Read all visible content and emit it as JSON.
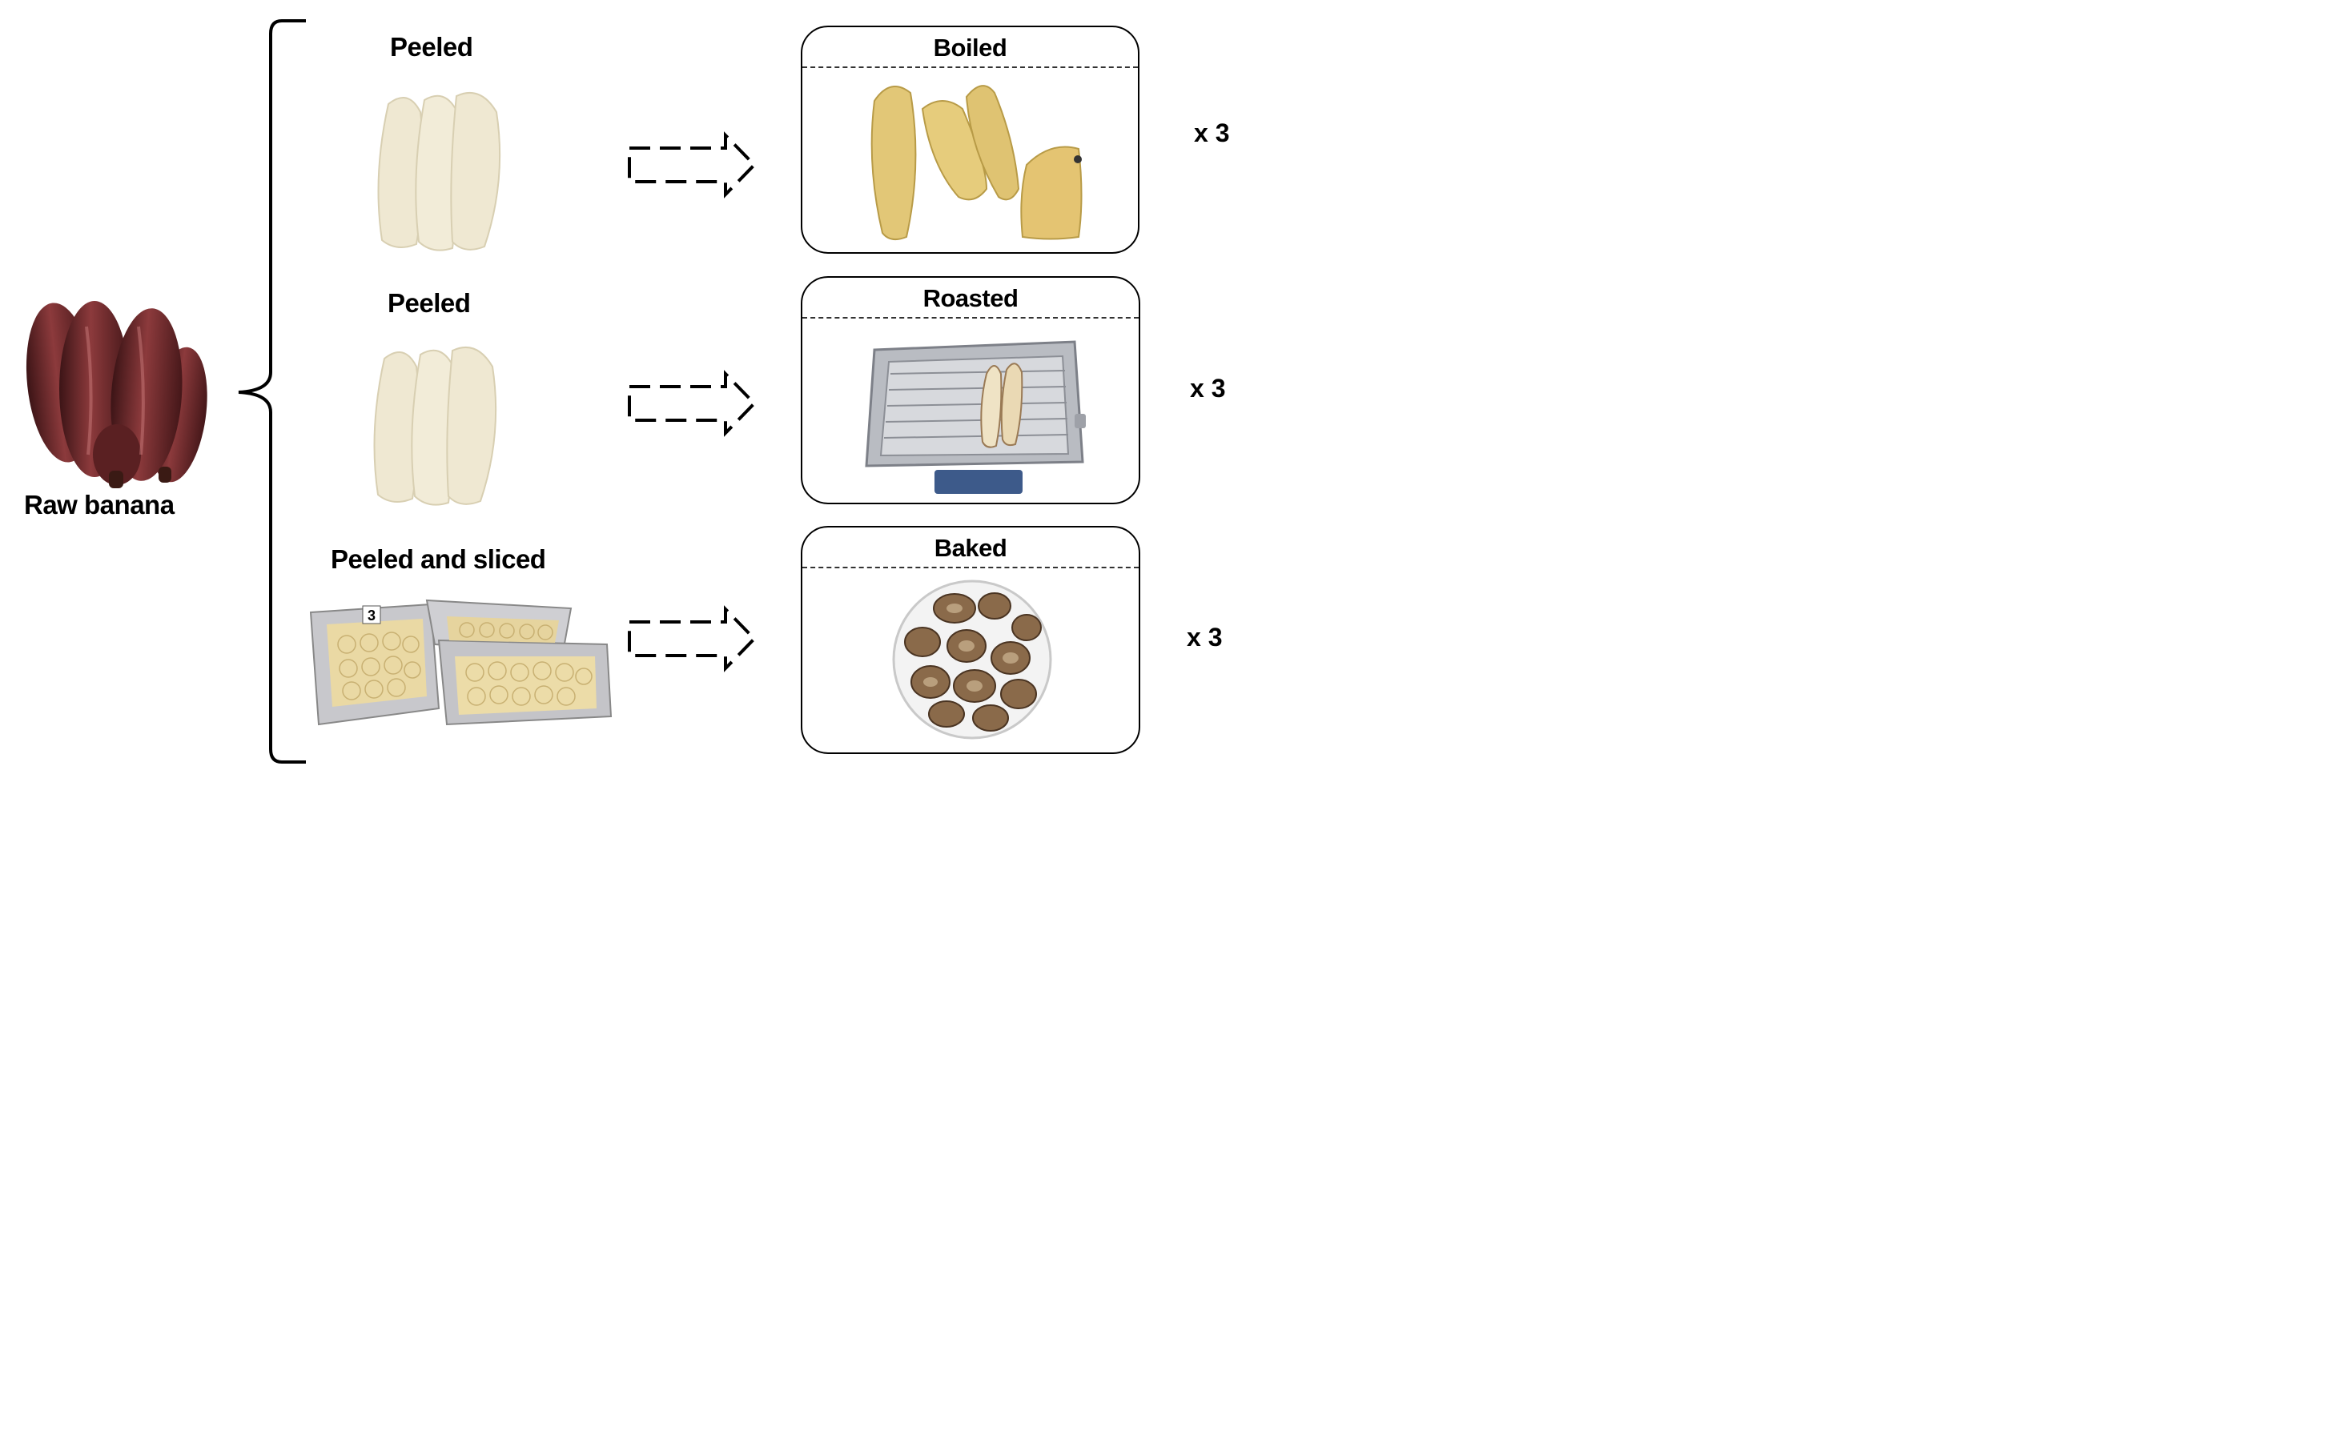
{
  "source": {
    "label": "Raw banana"
  },
  "treatments": [
    {
      "prep_label": "Peeled",
      "result_label": "Boiled",
      "multiplier": "x 3"
    },
    {
      "prep_label": "Peeled",
      "result_label": "Roasted",
      "multiplier": "x 3"
    },
    {
      "prep_label": "Peeled and sliced",
      "result_label": "Baked",
      "multiplier": "x 3"
    }
  ],
  "tray_marker": "3",
  "colors": {
    "raw_banana_skin": "#6e2a2c",
    "peeled_banana": "#efe8d2",
    "boiled_banana": "#e2c777",
    "roaster_metal": "#b9bcc2",
    "baked_chip": "#8a6a4a",
    "foil": "#c8c8cc"
  }
}
